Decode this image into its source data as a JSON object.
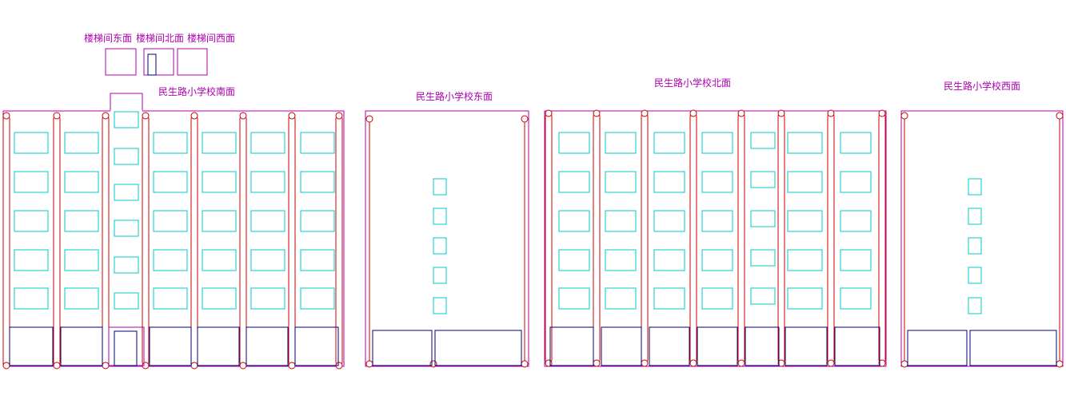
{
  "labels": {
    "stair_east": "楼梯间东面",
    "stair_north": "楼梯间北面",
    "stair_west": "楼梯间西面",
    "south": "民生路小学校南面",
    "east": "民生路小学校东面",
    "north": "民生路小学校北面",
    "west": "民生路小学校西面"
  },
  "colors": {
    "outline": "#b000b0",
    "column": "#cc0000",
    "window": "#00c8c8",
    "ground": "#00007a"
  }
}
